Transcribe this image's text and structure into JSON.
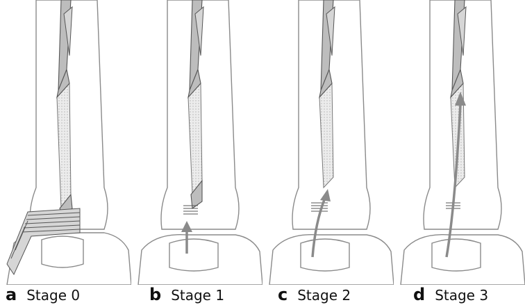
{
  "panels": [
    {
      "letter": "a",
      "label": "Stage 0"
    },
    {
      "letter": "b",
      "label": "Stage 1"
    },
    {
      "letter": "c",
      "label": "Stage 2"
    },
    {
      "letter": "d",
      "label": "Stage 3"
    }
  ]
}
